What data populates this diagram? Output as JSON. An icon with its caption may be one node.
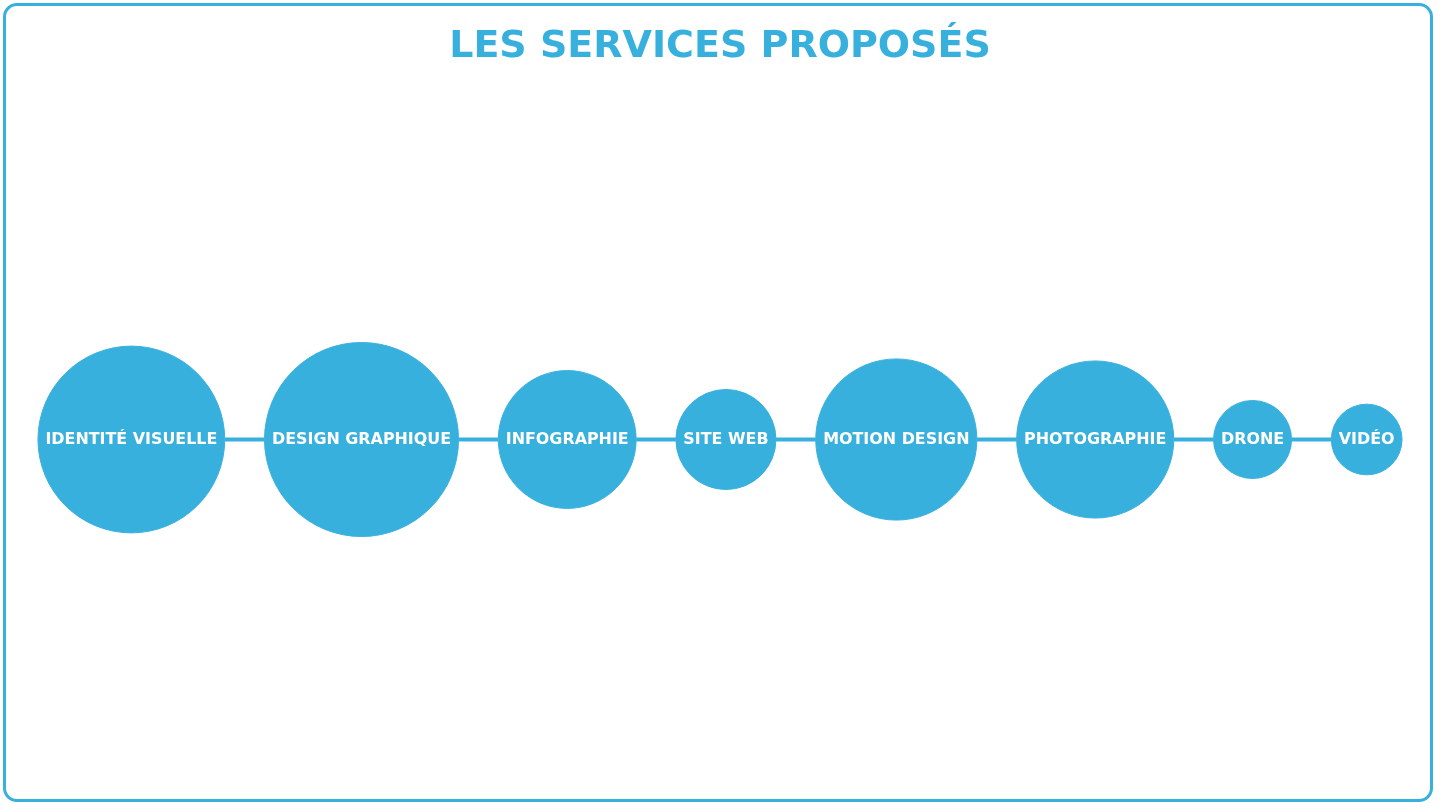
{
  "diagram": {
    "title": "LES SERVICES PROPOSÉS",
    "nodes": [
      {
        "text": [
          "IDENTITÉ VISUELLE"
        ]
      },
      {
        "text": [
          "DESIGN GRAPHIQUE"
        ]
      },
      {
        "text": [
          "INFOGRAPHIE"
        ]
      },
      {
        "text": [
          "SITE WEB"
        ]
      },
      {
        "text": [
          "MOTION DESIGN"
        ]
      },
      {
        "text": [
          "PHOTOGRAPHIE"
        ]
      },
      {
        "text": [
          "DRONE"
        ]
      },
      {
        "text": [
          "VIDÉO"
        ]
      }
    ],
    "edges": [
      {
        "from": 0,
        "to": 1,
        "arrow": "none"
      },
      {
        "from": 1,
        "to": 2,
        "arrow": "none"
      },
      {
        "from": 2,
        "to": 3,
        "arrow": "none"
      },
      {
        "from": 3,
        "to": 4,
        "arrow": "none"
      },
      {
        "from": 4,
        "to": 5,
        "arrow": "none"
      },
      {
        "from": 5,
        "to": 6,
        "arrow": "none"
      },
      {
        "from": 6,
        "to": 7,
        "arrow": "none"
      }
    ]
  }
}
